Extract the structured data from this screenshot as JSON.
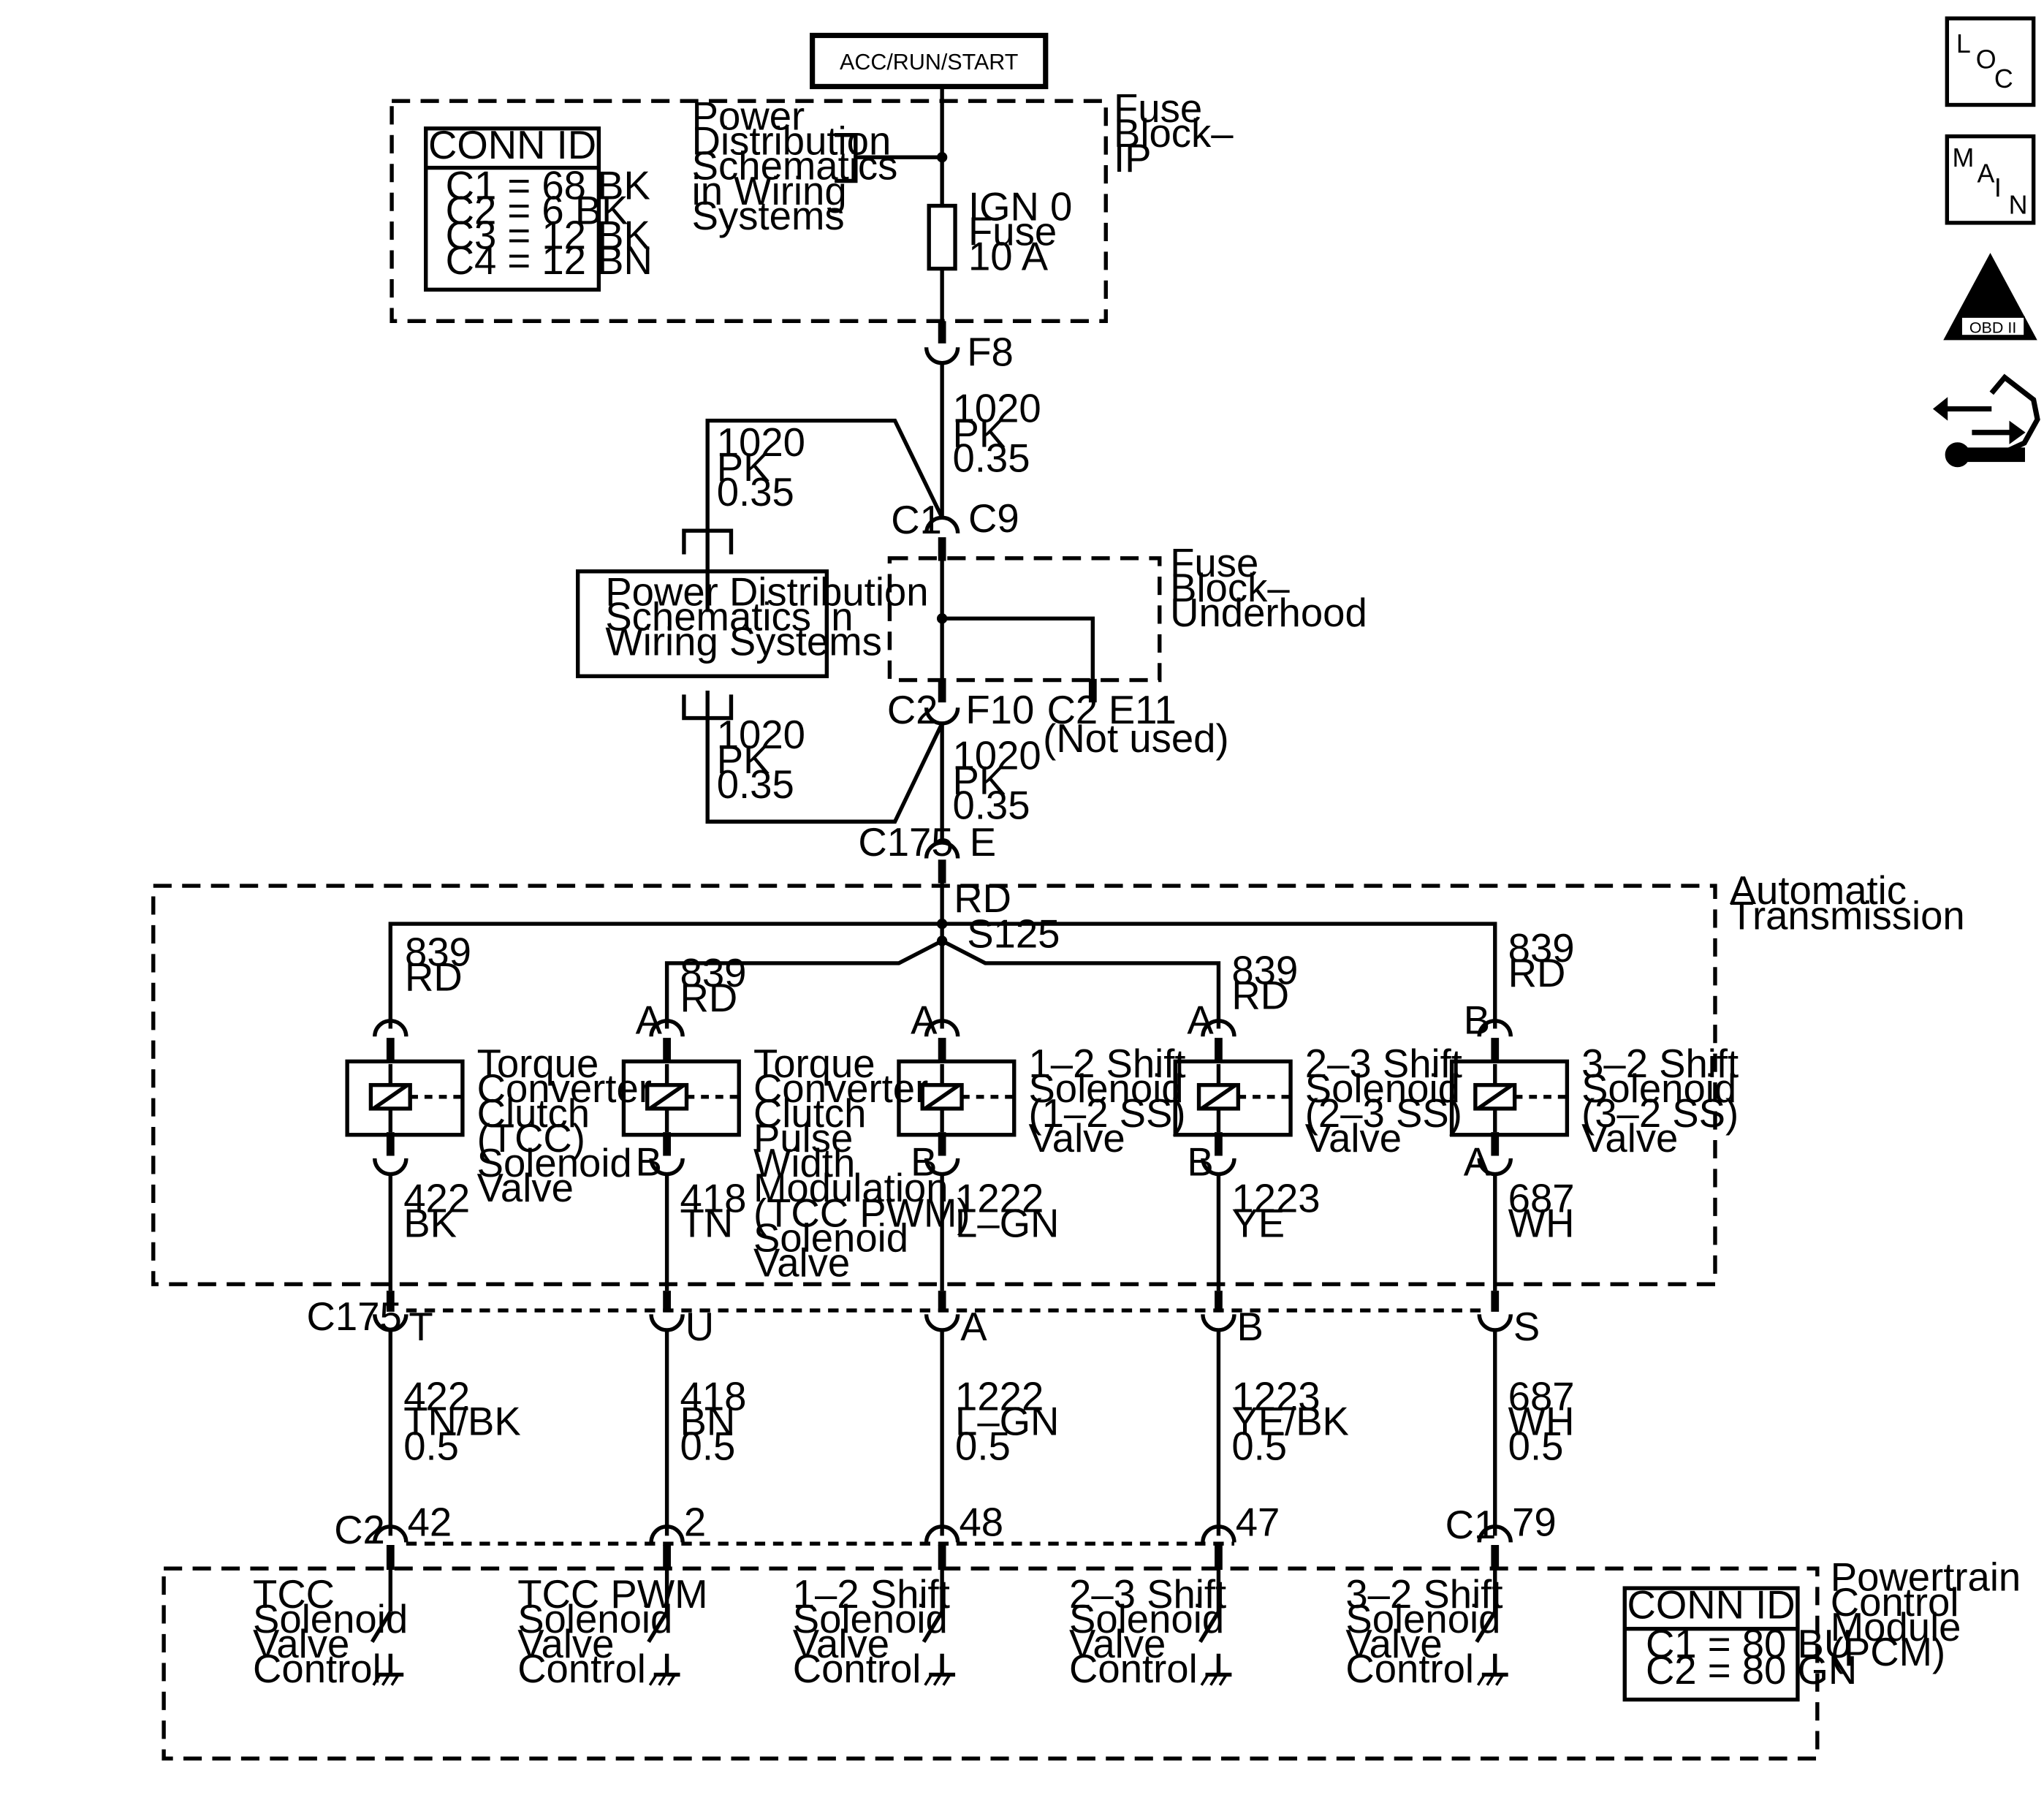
{
  "power_source": "ACC/RUN/START",
  "fuse_block_ip": {
    "label": [
      "Fuse",
      "Block–",
      "IP"
    ],
    "conn_id_title": "CONN ID",
    "conn_ids": [
      "C1 = 68 BK",
      "C2 = 6 BK",
      "C3 = 12 BK",
      "C4 = 12 BN"
    ],
    "power_dist_ref": [
      "Power",
      "Distribution",
      "Schematics",
      "in Wiring",
      "Systems"
    ],
    "fuse": [
      "IGN 0",
      "Fuse",
      "10 A"
    ],
    "terminal": "F8"
  },
  "wires": {
    "w1020_main_a": [
      "1020",
      "PK",
      "0.35"
    ],
    "w1020_left_top": [
      "1020",
      "PK",
      "0.35"
    ],
    "w1020_left_bot": [
      "1020",
      "PK",
      "0.35"
    ],
    "w1020_main_b": [
      "1020",
      "PK",
      "0.35"
    ]
  },
  "power_dist_box": [
    "Power Distribution",
    "Schematics in",
    "Wiring Systems"
  ],
  "connectors": {
    "c1": "C1",
    "c9": "C9",
    "c2": "C2",
    "f10": "F10",
    "c2_e11": "C2",
    "e11": "E11",
    "not_used": "(Not used)",
    "c175_top": "C175",
    "e": "E"
  },
  "fuse_block_underhood": [
    "Fuse",
    "Block–",
    "Underhood"
  ],
  "automatic_transmission": {
    "label": [
      "Automatic",
      "Transmission"
    ],
    "bus_color": "RD",
    "splice": "S125"
  },
  "solenoids": [
    {
      "wire_in": [
        "839",
        "RD"
      ],
      "pin_top": "",
      "pin_bottom": "",
      "name": [
        "Torque",
        "Converter",
        "Clutch",
        "(TCC)",
        "Solenoid",
        "Valve"
      ],
      "wire_out": [
        "422",
        "BK"
      ]
    },
    {
      "wire_in": [
        "839",
        "RD"
      ],
      "pin_top": "A",
      "pin_bottom": "B",
      "name": [
        "Torque",
        "Converter",
        "Clutch",
        "Pulse",
        "Width",
        "Modulation",
        "(TCC PWM)",
        "Solenoid",
        "Valve"
      ],
      "wire_out": [
        "418",
        "TN"
      ]
    },
    {
      "wire_in": [],
      "pin_top": "A",
      "pin_bottom": "B",
      "name": [
        "1–2 Shift",
        "Solenoid",
        "(1–2 SS)",
        "Valve"
      ],
      "wire_out": [
        "1222",
        "L–GN"
      ]
    },
    {
      "wire_in": [
        "839",
        "RD"
      ],
      "pin_top": "A",
      "pin_bottom": "B",
      "name": [
        "2–3 Shift",
        "Solenoid",
        "(2–3 SS)",
        "Valve"
      ],
      "wire_out": [
        "1223",
        "YE"
      ]
    },
    {
      "wire_in": [
        "839",
        "RD"
      ],
      "pin_top": "B",
      "pin_bottom": "A",
      "name": [
        "3–2 Shift",
        "Solenoid",
        "(3–2 SS)",
        "Valve"
      ],
      "wire_out": [
        "687",
        "WH"
      ]
    }
  ],
  "c175_bottom": {
    "label": "C175",
    "pins": [
      "T",
      "U",
      "A",
      "B",
      "S"
    ]
  },
  "harness_wires": [
    [
      "422",
      "TN/BK",
      "0.5"
    ],
    [
      "418",
      "BN",
      "0.5"
    ],
    [
      "1222",
      "L–GN",
      "0.5"
    ],
    [
      "1223",
      "YE/BK",
      "0.5"
    ],
    [
      "687",
      "WH",
      "0.5"
    ]
  ],
  "pcm_connectors": {
    "c2": "C2",
    "c1": "C1",
    "pins": [
      "42",
      "2",
      "48",
      "47",
      "79"
    ]
  },
  "pcm": {
    "label": [
      "Powertrain",
      "Control",
      "Module",
      "(PCM)"
    ],
    "conn_id_title": "CONN ID",
    "conn_ids": [
      "C1 = 80 BU",
      "C2 = 80 GN"
    ],
    "controls": [
      [
        "TCC",
        "Solenoid",
        "Valve",
        "Control"
      ],
      [
        "TCC PWM",
        "Solenoid",
        "Valve",
        "Control"
      ],
      [
        "1–2 Shift",
        "Solenoid",
        "Valve",
        "Control"
      ],
      [
        "2–3 Shift",
        "Solenoid",
        "Valve",
        "Control"
      ],
      [
        "3–2 Shift",
        "Solenoid",
        "Valve",
        "Control"
      ]
    ]
  },
  "side_icons": {
    "loc": [
      "L",
      "O",
      "C"
    ],
    "main": [
      "M",
      "A",
      "I",
      "N"
    ],
    "obd": [
      "II",
      "OBD II"
    ]
  }
}
